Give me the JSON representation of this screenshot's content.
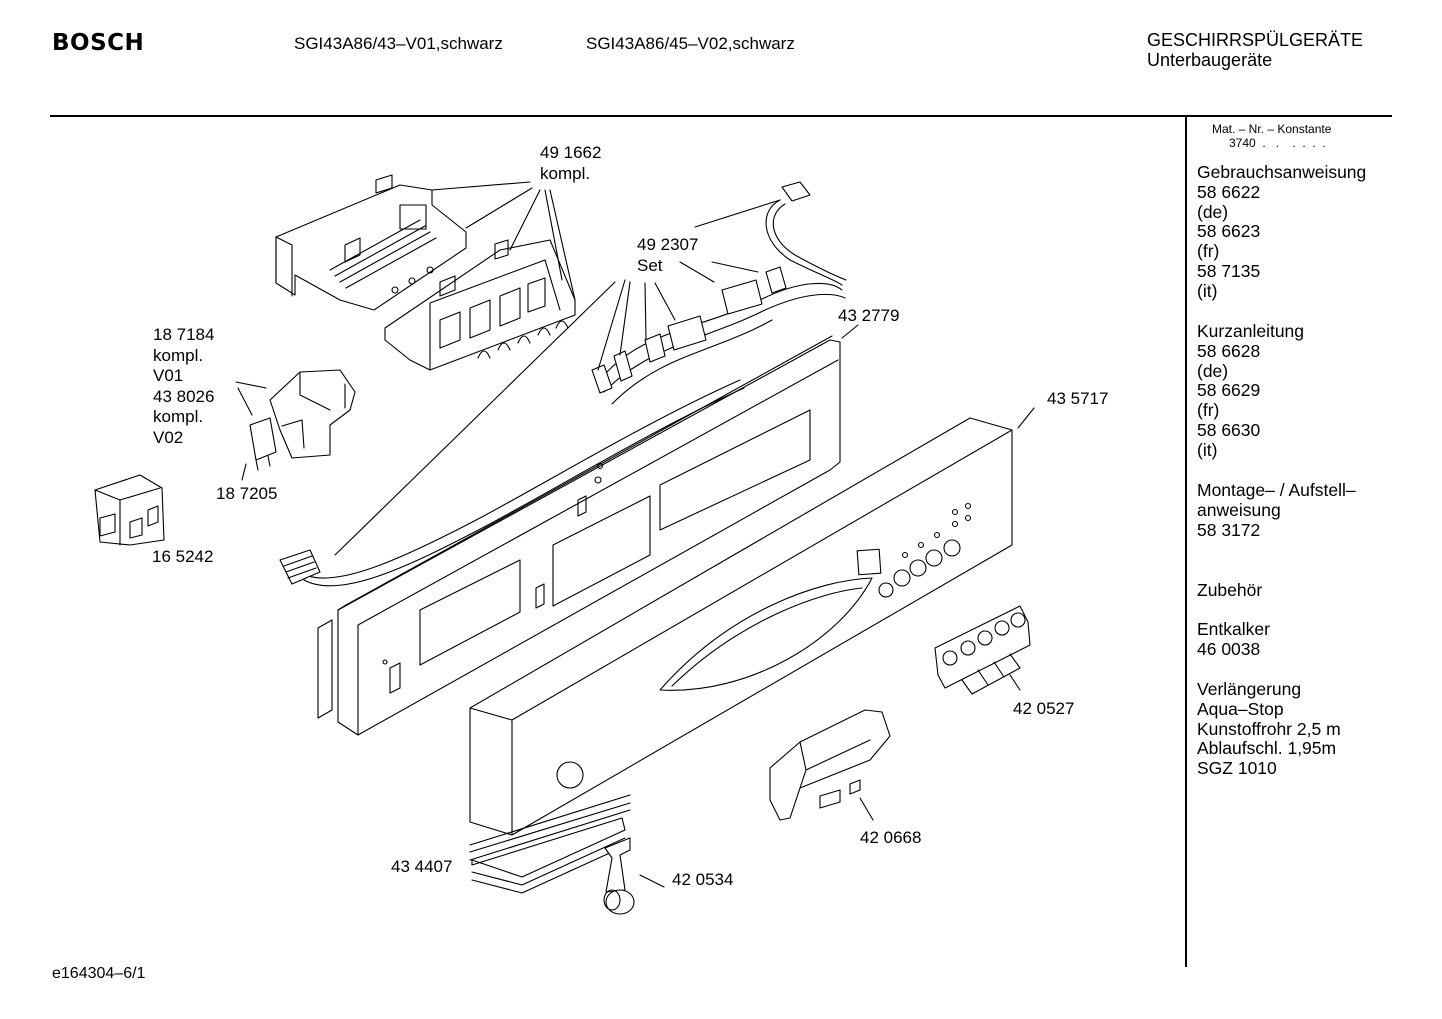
{
  "header": {
    "brand": "BOSCH",
    "model_1": "SGI43A86/43–V01,schwarz",
    "model_2": "SGI43A86/45–V02,schwarz",
    "category_line1": "GESCHIRRSPÜLGERÄTE",
    "category_line2": "Unterbaugeräte"
  },
  "sidebar": {
    "mat_label": "Mat. – Nr. – Konstante",
    "mat_value": "3740  .   .    .  .  .  .",
    "sections": [
      [
        "Gebrauchsanweisung",
        "58 6622",
        "(de)",
        "58 6623",
        "(fr)",
        "58 7135",
        "(it)"
      ],
      [
        "Kurzanleitung",
        "58 6628",
        "(de)",
        "58 6629",
        "(fr)",
        "58 6630",
        "(it)"
      ],
      [
        "Montage– / Aufstell–",
        "anweisung",
        "58 3172"
      ],
      [
        "Zubehör"
      ],
      [
        "Entkalker",
        "46 0038"
      ],
      [
        "Verlängerung",
        "Aqua–Stop",
        "Kunstoffrohr 2,5 m",
        "Ablaufschl. 1,95m",
        "SGZ 1010"
      ]
    ]
  },
  "labels": {
    "l491662": [
      "49 1662",
      "kompl."
    ],
    "l492307": [
      "49 2307",
      "Set"
    ],
    "l432779": [
      "43 2779"
    ],
    "l435717": [
      "43 5717"
    ],
    "l187184": [
      "18 7184",
      "kompl.",
      "V01",
      "43 8026",
      "kompl.",
      "V02"
    ],
    "l187205": [
      "18 7205"
    ],
    "l165242": [
      "16 5242"
    ],
    "l420527": [
      "42 0527"
    ],
    "l420668": [
      "42 0668"
    ],
    "l434407": [
      "43 4407"
    ],
    "l420534": [
      "42 0534"
    ]
  },
  "footer": {
    "code": "e164304–6/1"
  }
}
